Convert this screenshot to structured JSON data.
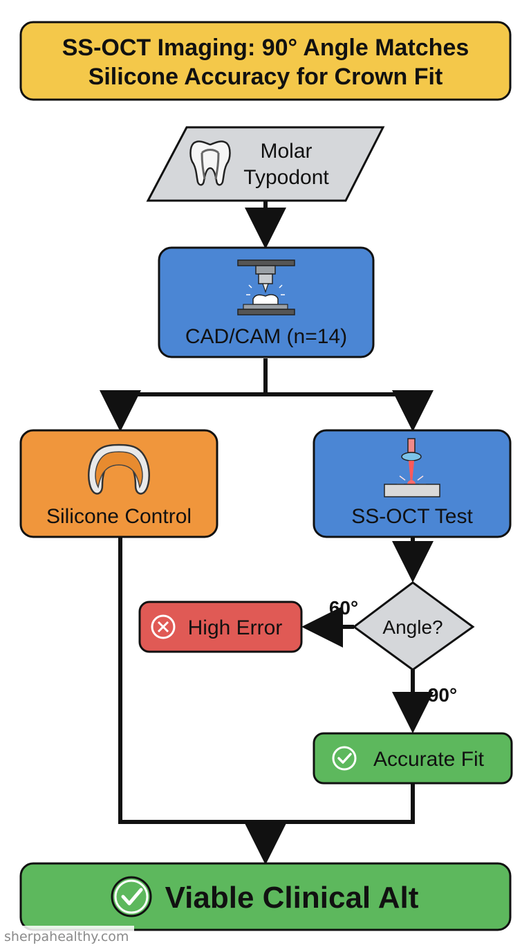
{
  "title": {
    "line1": "SS-OCT Imaging: 90° Angle Matches",
    "line2": "Silicone Accuracy for Crown Fit"
  },
  "nodes": {
    "typodont": {
      "line1": "Molar",
      "line2": "Typodont",
      "icon": "tooth-icon"
    },
    "cadcam": {
      "label": "CAD/CAM (n=14)",
      "icon": "milling-machine-icon"
    },
    "silicone": {
      "label": "Silicone Control",
      "icon": "impression-tray-icon"
    },
    "ssoct": {
      "label": "SS-OCT Test",
      "icon": "laser-scanner-icon"
    },
    "angle": {
      "label": "Angle?"
    },
    "high_error": {
      "label": "High Error",
      "icon": "x-circle-icon"
    },
    "accurate": {
      "label": "Accurate Fit",
      "icon": "check-circle-icon"
    },
    "viable": {
      "label": "Viable Clinical Alt",
      "icon": "check-circle-icon"
    }
  },
  "edges": {
    "angle_60": "60°",
    "angle_90": "90°"
  },
  "watermark": "sherpahealthy.com",
  "colors": {
    "title_fill": "#f4c84a",
    "input_fill": "#d5d7da",
    "process_blue": "#4b86d4",
    "control_orange": "#f0963c",
    "decision_gray": "#d5d7da",
    "error_red": "#e05a55",
    "success_green": "#5db85d",
    "stroke": "#111111"
  }
}
